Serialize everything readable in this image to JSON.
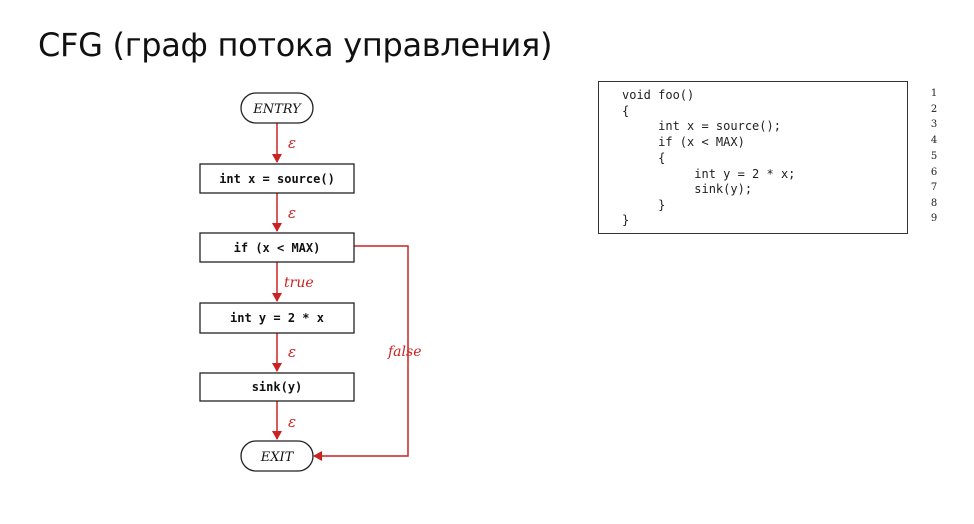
{
  "title": "CFG (граф потока управления)",
  "cfg": {
    "nodes": {
      "entry": "ENTRY",
      "source": "int x = source()",
      "if": "if (x < MAX)",
      "assign": "int y = 2 * x",
      "sink": "sink(y)",
      "exit": "EXIT"
    },
    "edges": {
      "entry_to_source": "ε",
      "source_to_if": "ε",
      "if_true": "true",
      "assign_to_sink": "ε",
      "sink_to_exit": "ε",
      "if_false": "false"
    },
    "edge_color": "#cc2222"
  },
  "code": {
    "lines": [
      "void foo()",
      "{",
      "     int x = source();",
      "     if (x < MAX)",
      "     {",
      "          int y = 2 * x;",
      "          sink(y);",
      "     }",
      "}"
    ],
    "line_numbers": [
      "1",
      "2",
      "3",
      "4",
      "5",
      "6",
      "7",
      "8",
      "9"
    ]
  }
}
